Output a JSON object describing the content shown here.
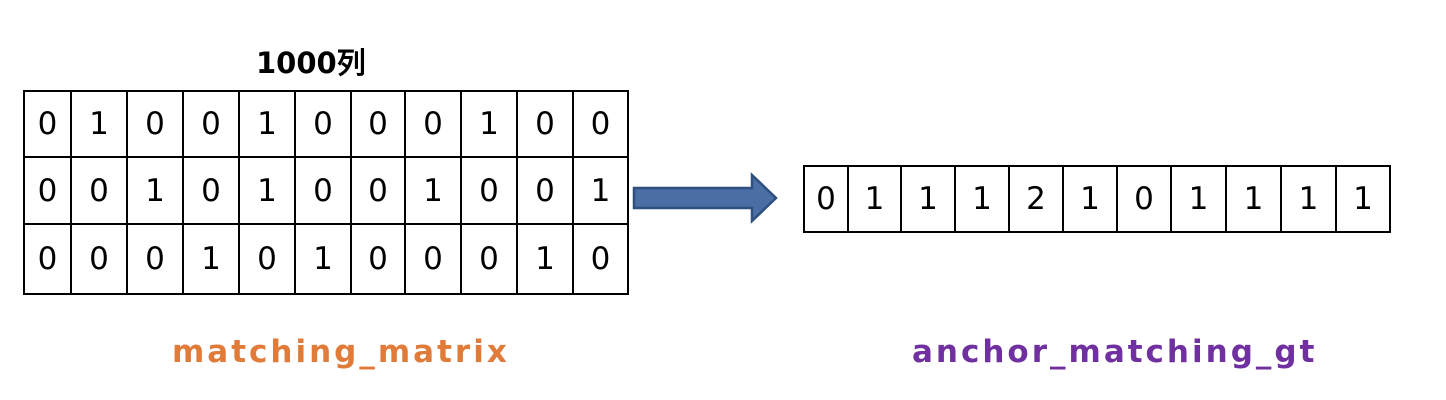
{
  "column_label": "1000列",
  "matrix": {
    "rows": [
      [
        "0",
        "1",
        "0",
        "0",
        "1",
        "0",
        "0",
        "0",
        "1",
        "0",
        "0"
      ],
      [
        "0",
        "0",
        "1",
        "0",
        "1",
        "0",
        "0",
        "1",
        "0",
        "0",
        "1"
      ],
      [
        "0",
        "0",
        "0",
        "1",
        "0",
        "1",
        "0",
        "0",
        "0",
        "1",
        "0"
      ]
    ],
    "caption": "matching_matrix"
  },
  "result": {
    "values": [
      "0",
      "1",
      "1",
      "1",
      "2",
      "1",
      "0",
      "1",
      "1",
      "1",
      "1"
    ],
    "caption": "anchor_matching_gt"
  },
  "colors": {
    "matrix_caption": "#e07b39",
    "result_caption": "#7030a0",
    "arrow_fill": "#4a6fa5",
    "arrow_stroke": "#2f4f7f"
  },
  "icons": {
    "arrow": "right-arrow-icon"
  }
}
